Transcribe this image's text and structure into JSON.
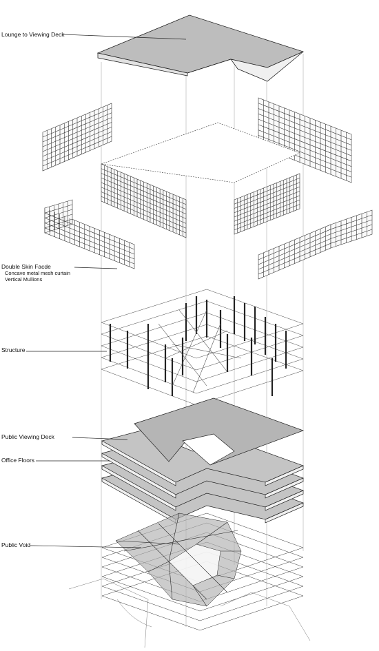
{
  "labels": {
    "lounge": "Lounge to Viewing Deck",
    "double_skin": "Double Skin Facde",
    "mesh_curtain": "Concave metal mesh curtain",
    "mullions": "Vertical Mullions",
    "structure": "Structure",
    "viewing_deck": "Public Viewing Deck",
    "office_floors": "Office Floors",
    "public_void": "Public Void"
  },
  "colors": {
    "line": "#222222",
    "thin_line": "#555555",
    "guide": "#9a9a9a",
    "roof_fill": "#bdbdbd",
    "roof_shade": "#e2e2e2",
    "floor_fill": "#c4c4c4",
    "floor_edge": "#efefef",
    "void_fill": "#8a8a8a"
  }
}
